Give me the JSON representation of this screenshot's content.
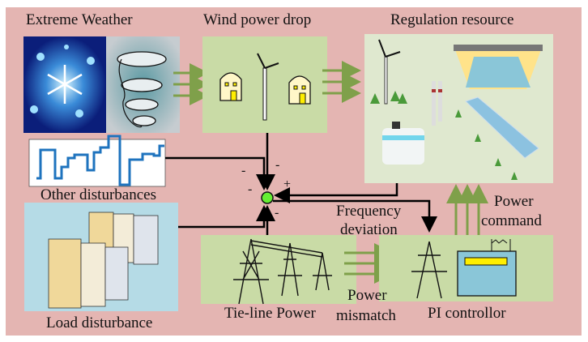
{
  "titles": {
    "extreme_weather": "Extreme Weather",
    "wind_power_drop": "Wind power drop",
    "regulation_resource": "Regulation resource"
  },
  "labels": {
    "other_disturbances": "Other disturbances",
    "load_disturbance": "Load disturbance",
    "frequency_deviation_1": "Frequency",
    "frequency_deviation_2": "deviation",
    "power_command_1": "Power",
    "power_command_2": "command",
    "tie_line_power": "Tie-line Power",
    "power_mismatch_1": "Power",
    "power_mismatch_2": "mismatch",
    "pi_controller": "PI controllor"
  },
  "signs": {
    "other": "-",
    "wind": "-",
    "load": "-",
    "regulation": "+",
    "tieline": "-"
  },
  "colors": {
    "background": "#e4b5b2",
    "panel_green": "#c9dba6",
    "panel_light": "#dfe8cf",
    "load_panel": "#b5dbe6",
    "arrow_green": "#7fa04a",
    "summing_node": "#66ee33"
  }
}
